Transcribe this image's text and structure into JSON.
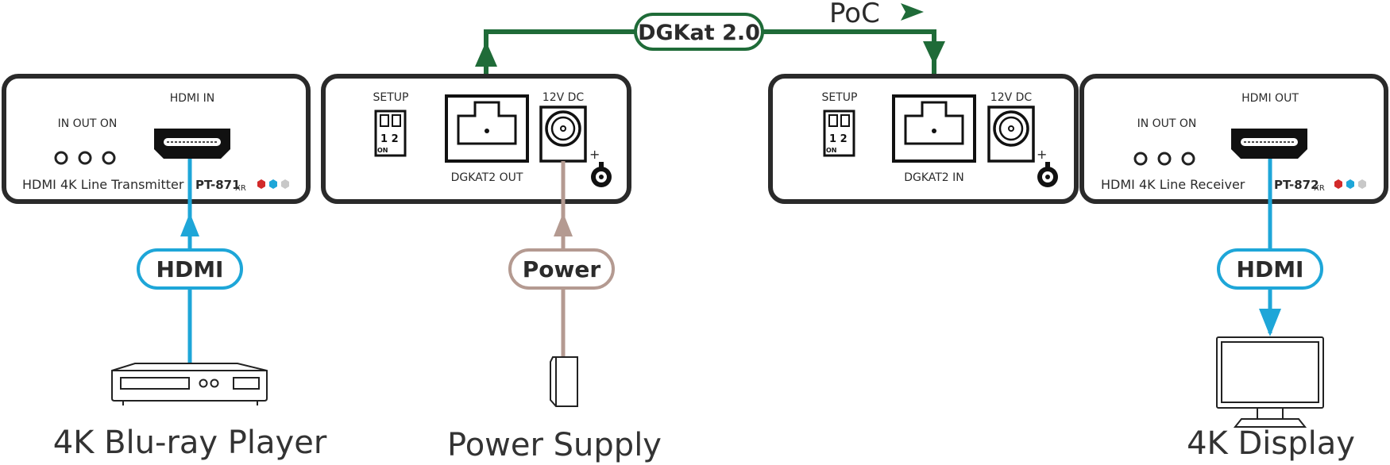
{
  "colors": {
    "hdmi": "#1ea6d8",
    "dgkat": "#1f6b38",
    "power": "#b49a91",
    "device_outline": "#222222",
    "led_red": "#d22a2a",
    "led_blue": "#1ea6d8",
    "led_gray": "#c8c8c8"
  },
  "link": {
    "cable_label": "DGKat 2.0",
    "poc_label": "PoC",
    "poc_arrow_icon": "arrow-right-icon"
  },
  "transmitter": {
    "front": {
      "led_labels": "IN OUT ON",
      "port_label": "HDMI IN",
      "name": "HDMI 4K Line Transmitter",
      "model": "PT-871",
      "model_suffix": "XR"
    },
    "rear": {
      "setup_label": "SETUP",
      "dip_numbers": "1 2",
      "dip_on": "ON",
      "port_label": "DGKAT2 OUT",
      "power_label": "12V DC",
      "plus": "+"
    }
  },
  "receiver": {
    "rear": {
      "setup_label": "SETUP",
      "dip_numbers": "1 2",
      "dip_on": "ON",
      "port_label": "DGKAT2 IN",
      "power_label": "12V DC",
      "plus": "+"
    },
    "front": {
      "led_labels": "IN OUT ON",
      "port_label": "HDMI OUT",
      "name": "HDMI 4K Line Receiver",
      "model": "PT-872",
      "model_suffix": "XR"
    }
  },
  "connections": {
    "source_cable": "HDMI",
    "power_cable": "Power",
    "display_cable": "HDMI"
  },
  "devices": {
    "source": "4K Blu-ray Player",
    "power": "Power Supply",
    "display": "4K Display"
  }
}
